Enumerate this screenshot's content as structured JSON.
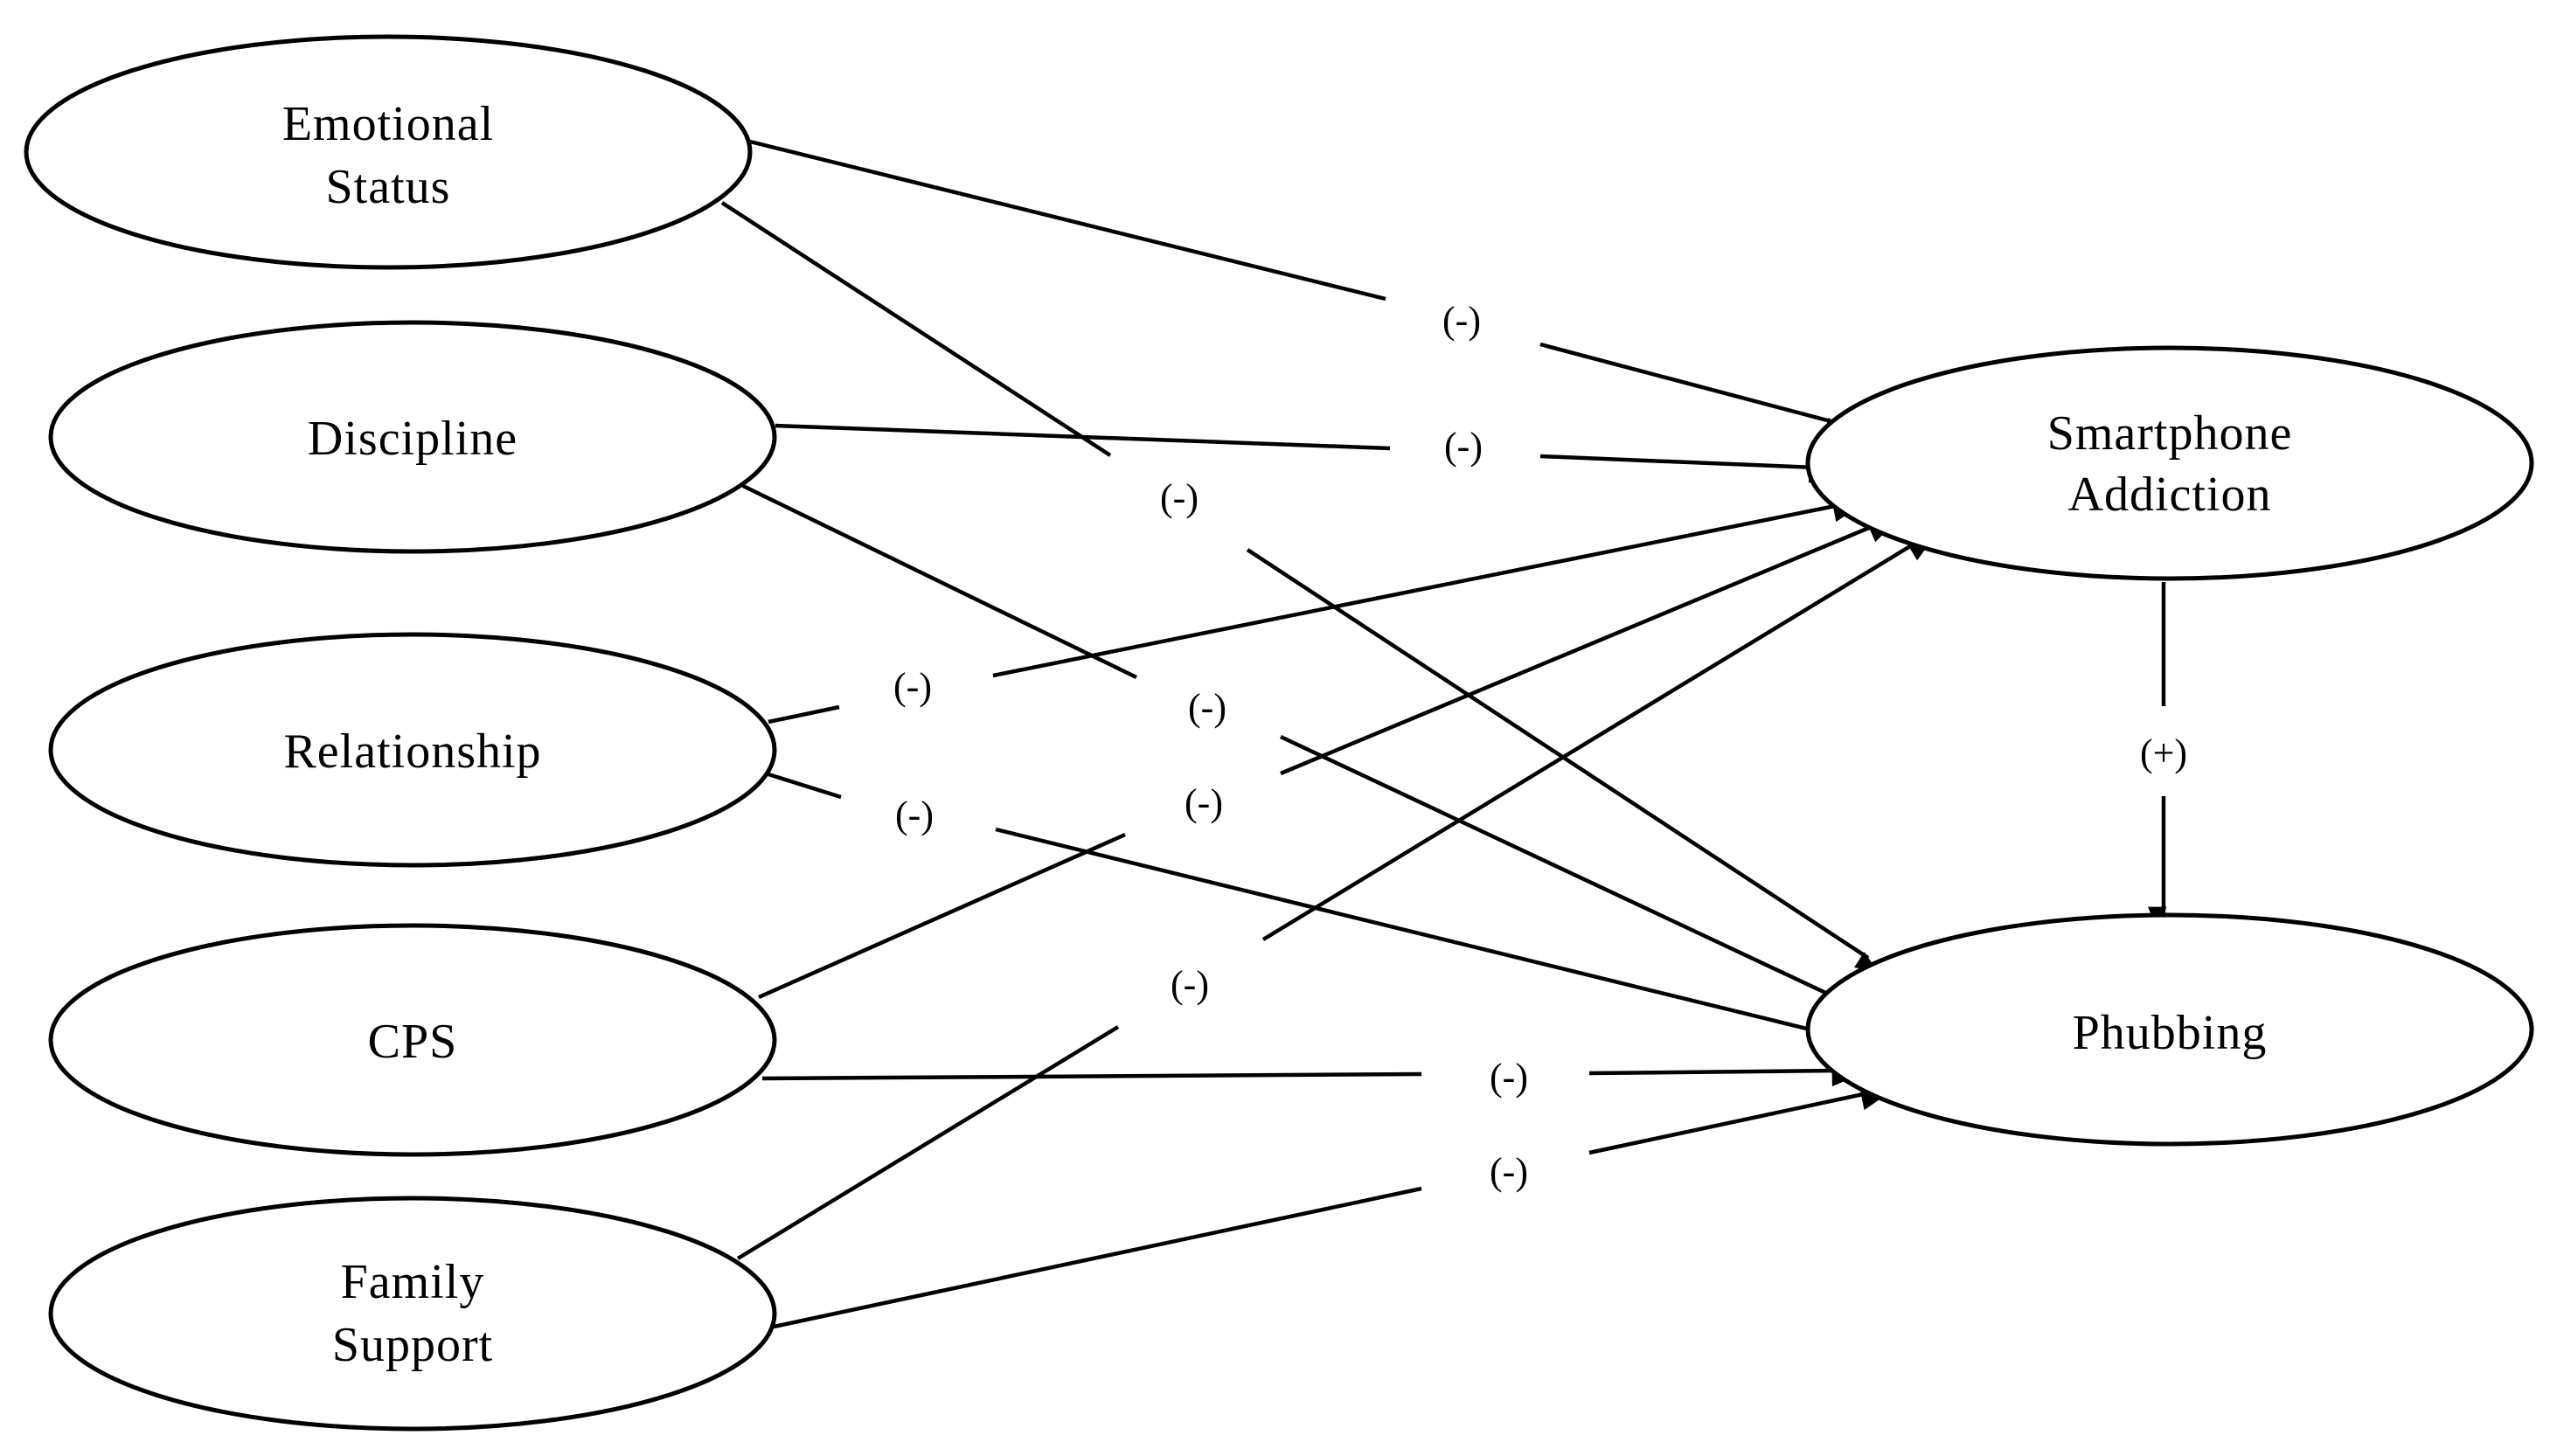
{
  "diagram": {
    "nodes": {
      "emotional_status": {
        "line1": "Emotional",
        "line2": "Status"
      },
      "discipline": {
        "line1": "Discipline"
      },
      "relationship": {
        "line1": "Relationship"
      },
      "cps": {
        "line1": "CPS"
      },
      "family_support": {
        "line1": "Family",
        "line2": "Support"
      },
      "smartphone_addiction": {
        "line1": "Smartphone",
        "line2": "Addiction"
      },
      "phubbing": {
        "line1": "Phubbing"
      }
    },
    "edges": {
      "emotional_to_addiction": {
        "from": "Emotional Status",
        "to": "Smartphone Addiction",
        "sign": "(-)"
      },
      "emotional_to_phubbing": {
        "from": "Emotional Status",
        "to": "Phubbing",
        "sign": "(-)"
      },
      "discipline_to_addiction": {
        "from": "Discipline",
        "to": "Smartphone Addiction",
        "sign": "(-)"
      },
      "discipline_to_phubbing": {
        "from": "Discipline",
        "to": "Phubbing",
        "sign": "(-)"
      },
      "relationship_to_addiction": {
        "from": "Relationship",
        "to": "Smartphone Addiction",
        "sign": "(-)"
      },
      "relationship_to_phubbing": {
        "from": "Relationship",
        "to": "Phubbing",
        "sign": "(-)"
      },
      "cps_to_addiction": {
        "from": "CPS",
        "to": "Smartphone Addiction",
        "sign": "(-)"
      },
      "cps_to_phubbing": {
        "from": "CPS",
        "to": "Phubbing",
        "sign": "(-)"
      },
      "family_to_addiction": {
        "from": "Family Support",
        "to": "Smartphone Addiction",
        "sign": "(-)"
      },
      "family_to_phubbing": {
        "from": "Family Support",
        "to": "Phubbing",
        "sign": "(-)"
      },
      "addiction_to_phubbing": {
        "from": "Smartphone Addiction",
        "to": "Phubbing",
        "sign": "(+)"
      }
    }
  }
}
